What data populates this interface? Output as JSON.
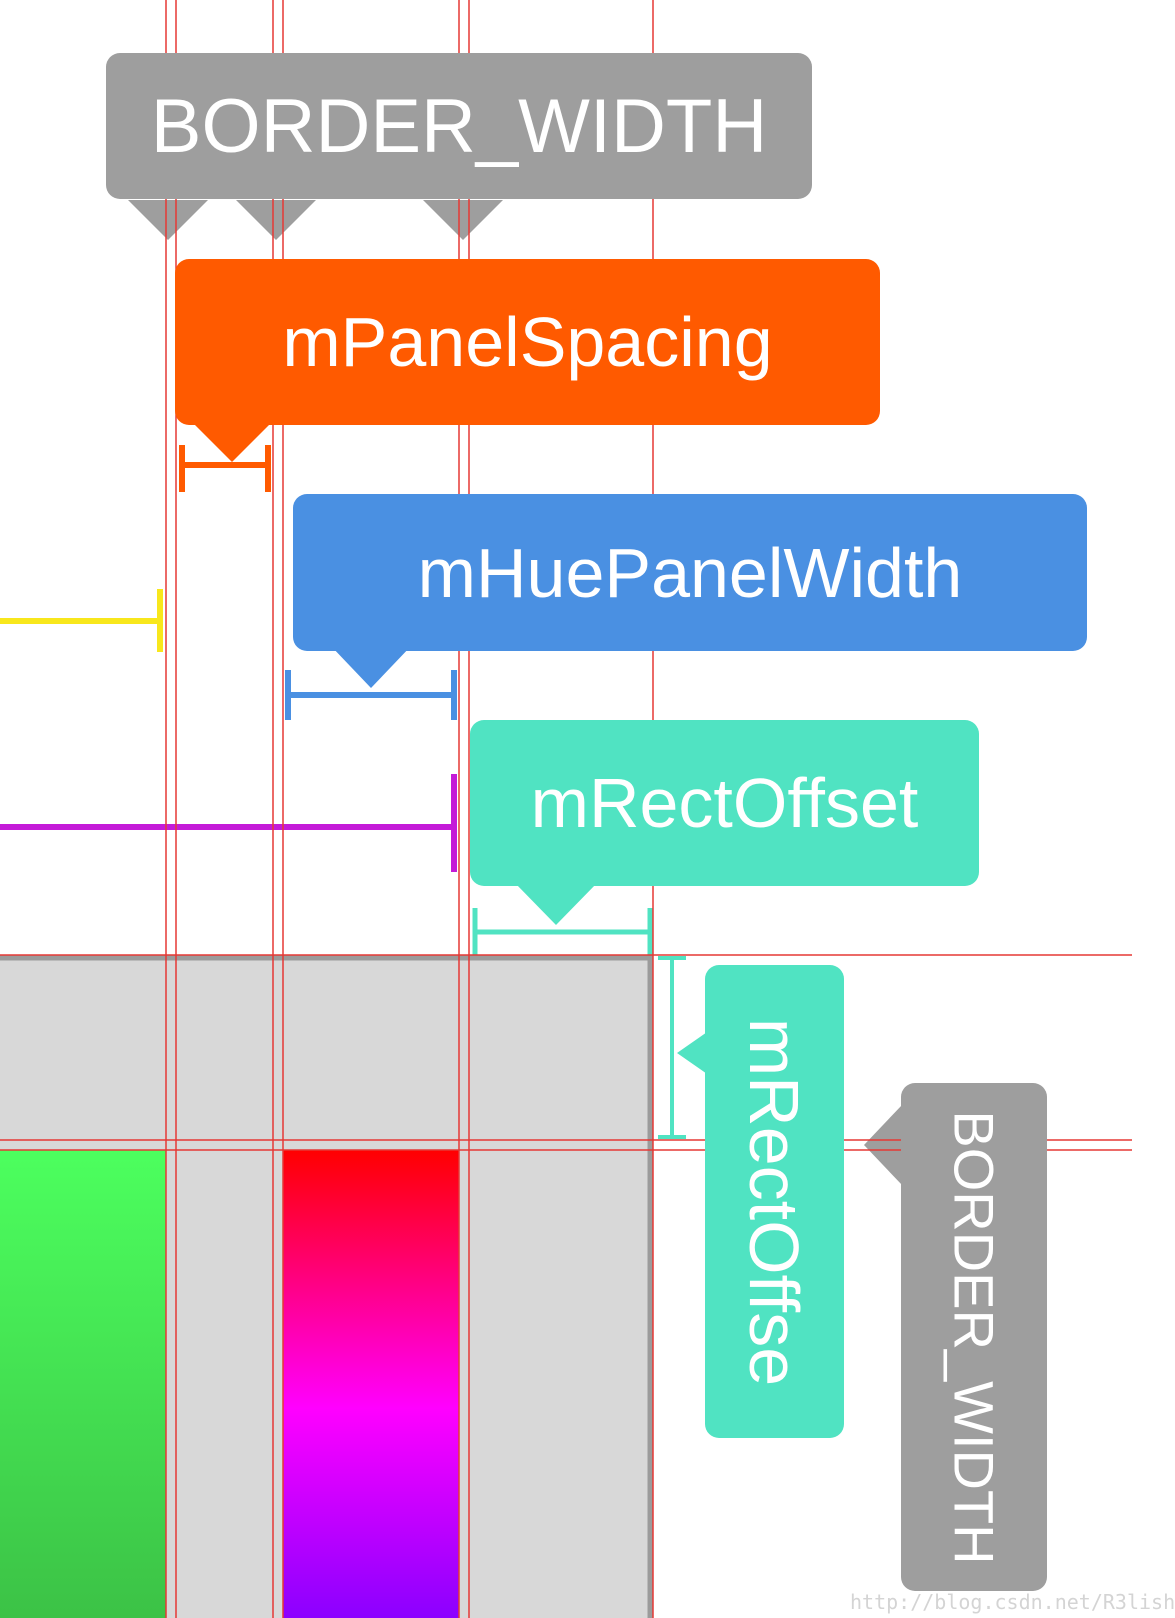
{
  "labels": {
    "border_width_top": "BORDER_WIDTH",
    "panel_spacing": "mPanelSpacing",
    "hue_panel_width": "mHuePanelWidth",
    "rect_offset": "mRectOffset",
    "rect_offset_vertical": "mRectOffse",
    "border_width_side": "BORDER_WIDTH"
  },
  "watermark": "http://blog.csdn.net/R3lish",
  "colors": {
    "gray_label": "#9e9e9e",
    "orange_label": "#ff5a00",
    "blue_label": "#4a90e2",
    "teal_label": "#50e3c2",
    "yellow_marker": "#f8e71c",
    "purple_marker": "#c41ad8",
    "guide_line": "#e53935",
    "panel_background": "#d8d8d8",
    "panel_border": "#9b9b9b"
  }
}
